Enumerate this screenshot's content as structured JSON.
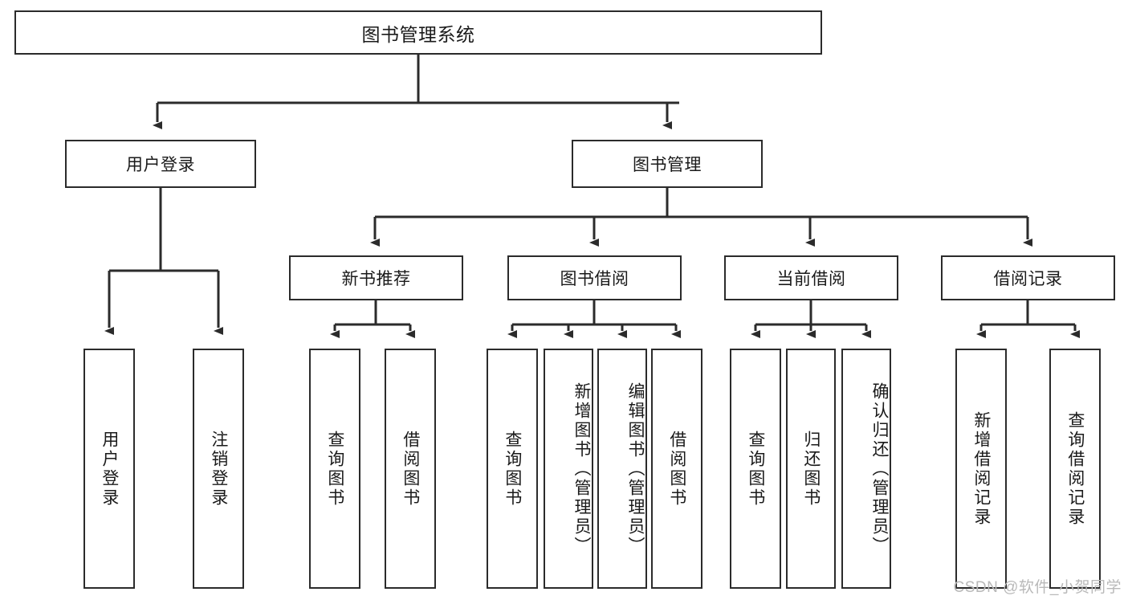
{
  "diagram": {
    "title": "图书管理系统",
    "type": "tree-hierarchy-chart",
    "watermark": "CSDN @软件_小贺同学",
    "colors": {
      "stroke": "#2b2b2b",
      "fill": "#ffffff",
      "text": "#1a1a1a",
      "watermark": "#b9b9b9"
    },
    "root": {
      "label": "图书管理系统"
    },
    "level2": [
      {
        "label": "用户登录"
      },
      {
        "label": "图书管理"
      }
    ],
    "level3": [
      {
        "label": "新书推荐"
      },
      {
        "label": "图书借阅"
      },
      {
        "label": "当前借阅"
      },
      {
        "label": "借阅记录"
      }
    ],
    "leaves": {
      "user_login": [
        {
          "label": "用户登录"
        },
        {
          "label": "注销登录"
        }
      ],
      "new_book_recommend": [
        {
          "label": "查询图书"
        },
        {
          "label": "借阅图书"
        }
      ],
      "book_borrow": [
        {
          "label": "查询图书"
        },
        {
          "label": "新增图书（管理员）"
        },
        {
          "label": "编辑图书（管理员）"
        },
        {
          "label": "借阅图书"
        }
      ],
      "current_borrow": [
        {
          "label": "查询图书"
        },
        {
          "label": "归还图书"
        },
        {
          "label": "确认归还（管理员）"
        }
      ],
      "borrow_record": [
        {
          "label": "新增借阅记录"
        },
        {
          "label": "查询借阅记录"
        }
      ]
    }
  }
}
